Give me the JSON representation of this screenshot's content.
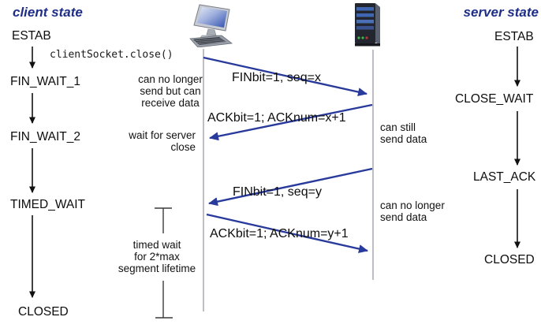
{
  "client": {
    "header": "client state",
    "states": [
      "ESTAB",
      "FIN_WAIT_1",
      "FIN_WAIT_2",
      "TIMED_WAIT",
      "CLOSED"
    ]
  },
  "server": {
    "header": "server state",
    "states": [
      "ESTAB",
      "CLOSE_WAIT",
      "LAST_ACK",
      "CLOSED"
    ]
  },
  "code_call": "clientSocket.close()",
  "messages": [
    "FINbit=1, seq=x",
    "ACKbit=1; ACKnum=x+1",
    "FINbit=1, seq=y",
    "ACKbit=1; ACKnum=y+1"
  ],
  "annotations": {
    "client_after_fin": "can no longer\nsend but can\nreceive data",
    "client_wait": "wait for server\nclose",
    "server_can_send": "can still\nsend data",
    "server_no_send": "can no longer\nsend data",
    "timed_wait": "timed wait\nfor 2*max\nsegment lifetime"
  },
  "icons": {
    "client": "desktop-computer-icon",
    "server": "server-tower-icon"
  },
  "colors": {
    "message_arrow_blue": "#283a9b",
    "header_blue": "#1f2e87",
    "state_arrow_black": "#111111",
    "timeline_gray": "#9a9aa4"
  }
}
